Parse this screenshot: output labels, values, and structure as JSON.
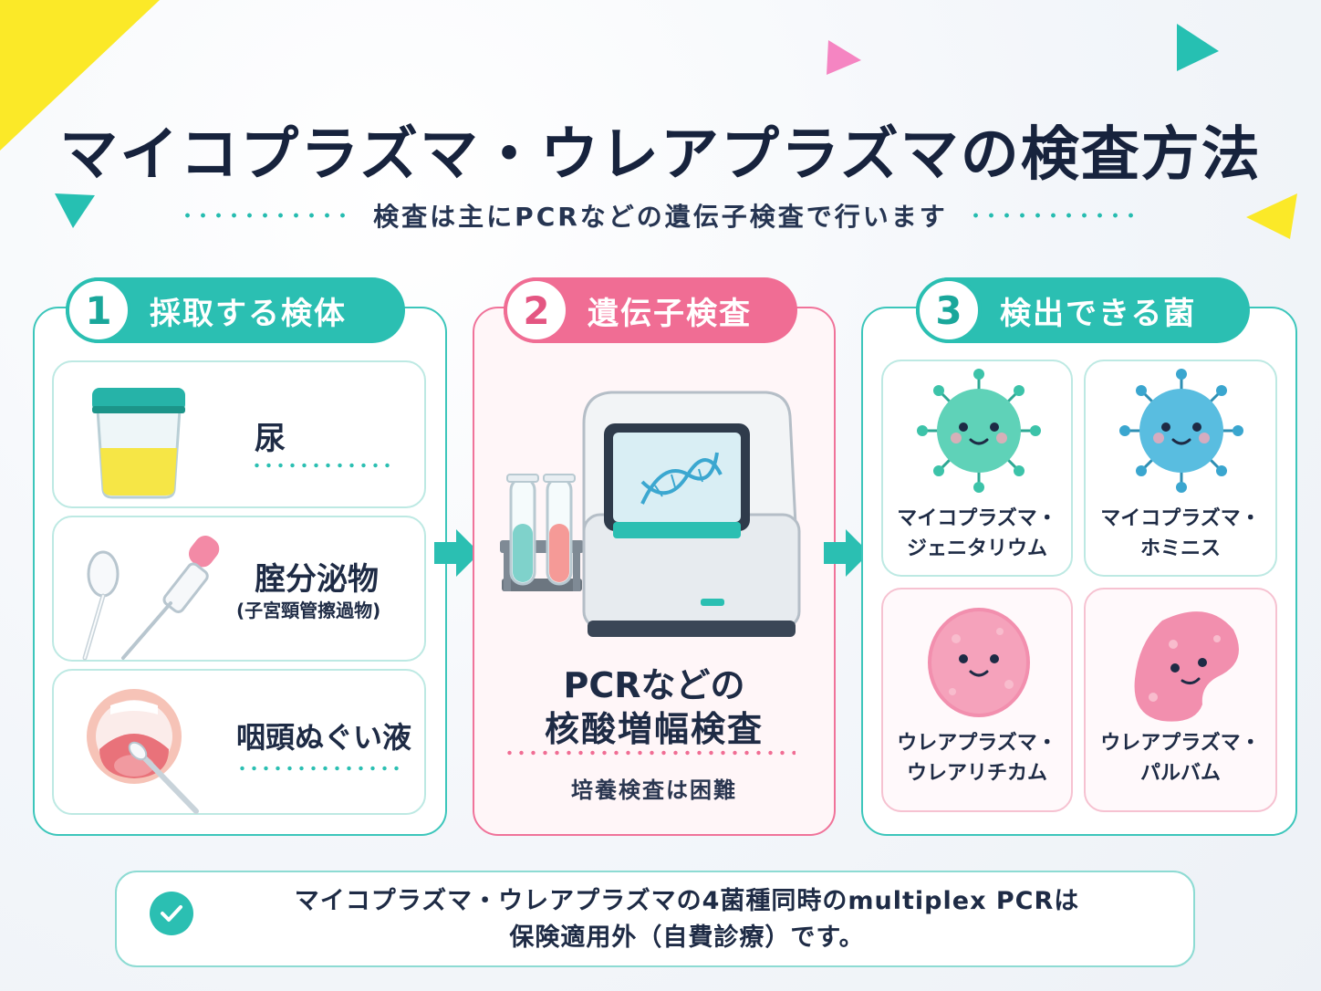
{
  "title": "マイコプラズマ・ウレアプラズマの検査方法",
  "subtitle": "検査は主にPCRなどの遺伝子検査で行います",
  "colors": {
    "teal": "#2bbfb2",
    "pink": "#f06d94",
    "navy": "#1e2b45",
    "yellow": "#fbe928"
  },
  "step1": {
    "number": "1",
    "label": "採取する検体",
    "specimens": [
      {
        "name": "尿",
        "icon": "urine-cup-icon"
      },
      {
        "name": "腟分泌物",
        "sub": "(子宮頸管擦過物)",
        "icon": "swab-dropper-icon"
      },
      {
        "name": "咽頭ぬぐい液",
        "icon": "throat-swab-icon"
      }
    ]
  },
  "step2": {
    "number": "2",
    "label": "遺伝子検査",
    "method_line1": "PCRなどの",
    "method_line2": "核酸増幅検査",
    "note": "培養検査は困難",
    "icon": "pcr-machine-icon"
  },
  "step3": {
    "number": "3",
    "label": "検出できる菌",
    "bacteria": [
      {
        "line1": "マイコプラズマ・",
        "line2": "ジェニタリウム",
        "icon": "green-virus-icon"
      },
      {
        "line1": "マイコプラズマ・",
        "line2": "ホミニス",
        "icon": "blue-virus-icon"
      },
      {
        "line1": "ウレアプラズマ・",
        "line2": "ウレアリチカム",
        "icon": "pink-round-cell-icon"
      },
      {
        "line1": "ウレアプラズマ・",
        "line2": "パルバム",
        "icon": "pink-bean-cell-icon"
      }
    ]
  },
  "footnote": {
    "line1": "マイコプラズマ・ウレアプラズマの4菌種同時のmultiplex PCRは",
    "line2": "保険適用外（自費診療）です。"
  }
}
